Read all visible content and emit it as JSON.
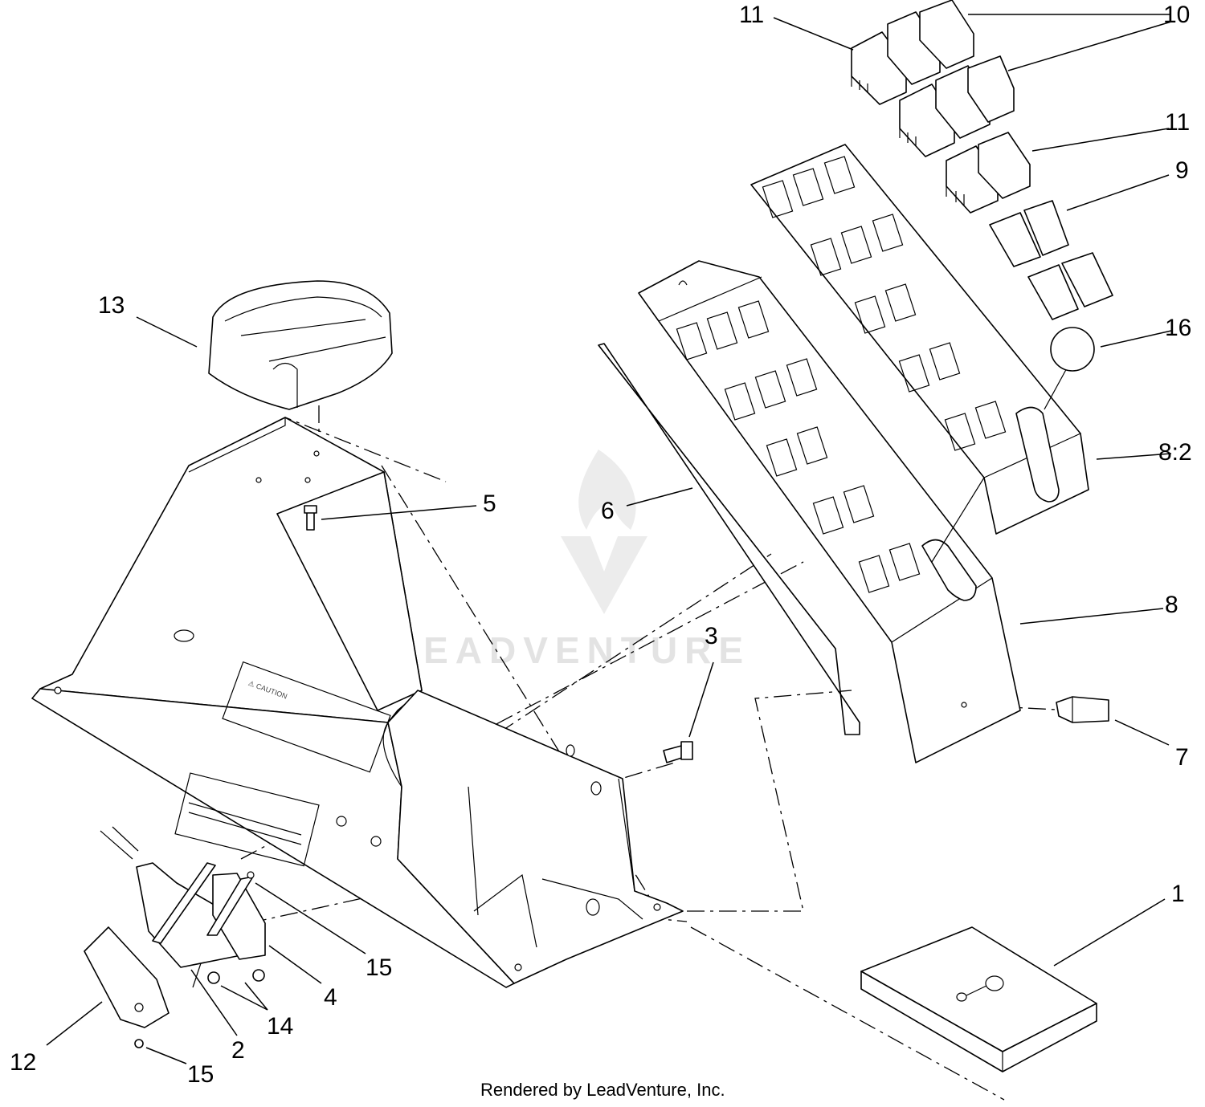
{
  "diagram": {
    "callouts": [
      "1",
      "2",
      "3",
      "4",
      "5",
      "6",
      "7",
      "8",
      "8:2",
      "9",
      "10",
      "11",
      "11",
      "12",
      "13",
      "14",
      "15",
      "15",
      "16"
    ],
    "credit": "Rendered by LeadVenture, Inc.",
    "watermark": "LEADVENTURE",
    "caution_label": "⚠ CAUTION"
  }
}
